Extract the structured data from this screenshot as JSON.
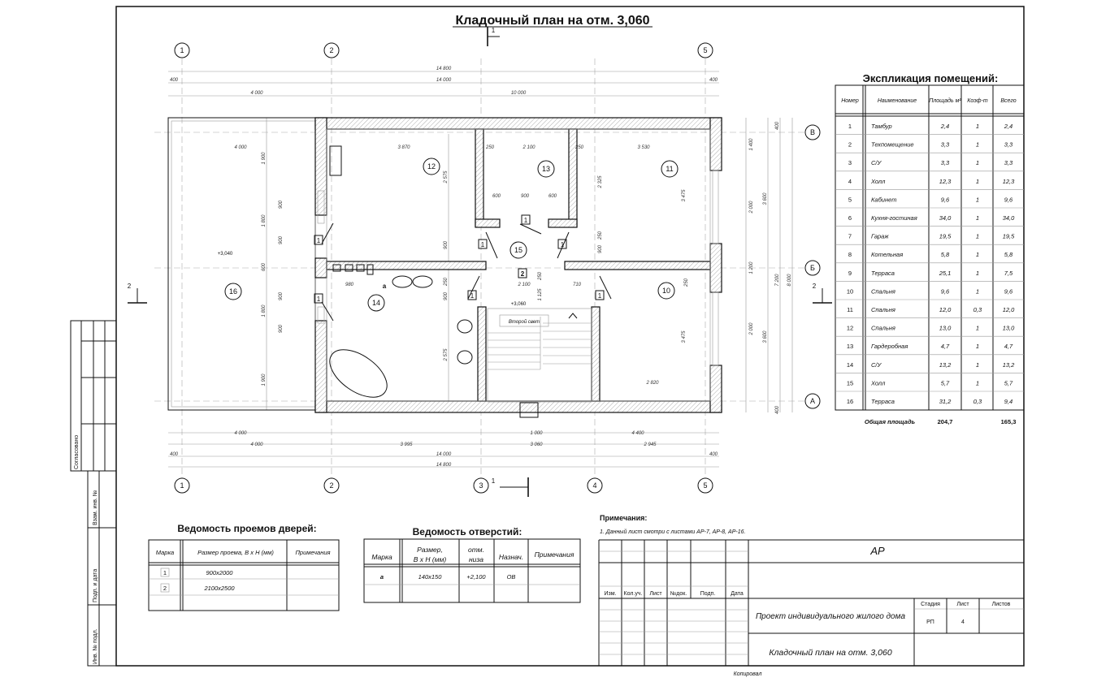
{
  "title": "Кладочный план на отм. 3,060",
  "axes": {
    "cols_top": [
      "1",
      "2",
      "5"
    ],
    "cols_bottom": [
      "1",
      "2",
      "3",
      "4",
      "5"
    ],
    "rows": [
      "В",
      "Б",
      "А"
    ]
  },
  "sections": {
    "s1": "1",
    "s2": "2"
  },
  "rooms": [
    "12",
    "13",
    "11",
    "15",
    "10",
    "14",
    "16"
  ],
  "elevations": {
    "terrace": "+3,040",
    "hall": "+3,060"
  },
  "second_light": "Второй свет",
  "opening_mark": "а",
  "door_marks": [
    "1",
    "1",
    "1",
    "1",
    "1",
    "1",
    "1",
    "2"
  ],
  "dims": [
    "14 800",
    "400",
    "14 000",
    "400",
    "4 000",
    "10 000",
    "4 000",
    "3 870",
    "250",
    "2 100",
    "250",
    "3 530",
    "600",
    "900",
    "600",
    "980",
    "2 100",
    "710",
    "2 820",
    "1 900",
    "1 800",
    "1 800",
    "1 900",
    "900",
    "900",
    "600",
    "900",
    "900",
    "2 575",
    "900",
    "250",
    "900",
    "2 575",
    "2 325",
    "250",
    "900",
    "250",
    "1 125",
    "250",
    "3 475",
    "3 475",
    "400",
    "1 400",
    "2 000",
    "3 600",
    "1 200",
    "7 200",
    "8 000",
    "2 000",
    "3 600",
    "400",
    "4 000",
    "1 000",
    "4 400",
    "4 000",
    "3 995",
    "3 060",
    "2 945",
    "400",
    "14 000",
    "400",
    "14 800"
  ],
  "explication": {
    "title": "Экспликация помещений:",
    "headers": [
      "Номер",
      "Наименование",
      "Площадь м²",
      "Коэф-т",
      "Всего"
    ],
    "rows": [
      [
        "1",
        "Тамбур",
        "2,4",
        "1",
        "2,4"
      ],
      [
        "2",
        "Техпомещение",
        "3,3",
        "1",
        "3,3"
      ],
      [
        "3",
        "С/У",
        "3,3",
        "1",
        "3,3"
      ],
      [
        "4",
        "Холл",
        "12,3",
        "1",
        "12,3"
      ],
      [
        "5",
        "Кабинет",
        "9,6",
        "1",
        "9,6"
      ],
      [
        "6",
        "Кухня-гостиная",
        "34,0",
        "1",
        "34,0"
      ],
      [
        "7",
        "Гараж",
        "19,5",
        "1",
        "19,5"
      ],
      [
        "8",
        "Котельная",
        "5,8",
        "1",
        "5,8"
      ],
      [
        "9",
        "Терраса",
        "25,1",
        "1",
        "7,5"
      ],
      [
        "10",
        "Спальня",
        "9,6",
        "1",
        "9,6"
      ],
      [
        "11",
        "Спальня",
        "12,0",
        "0,3",
        "12,0"
      ],
      [
        "12",
        "Спальня",
        "13,0",
        "1",
        "13,0"
      ],
      [
        "13",
        "Гардеробная",
        "4,7",
        "1",
        "4,7"
      ],
      [
        "14",
        "С/У",
        "13,2",
        "1",
        "13,2"
      ],
      [
        "15",
        "Холл",
        "5,7",
        "1",
        "5,7"
      ],
      [
        "16",
        "Терраса",
        "31,2",
        "0,3",
        "9,4"
      ]
    ],
    "total_label": "Общая площадь",
    "total_area": "204,7",
    "total_sum": "165,3"
  },
  "doors": {
    "title": "Ведомость проемов дверей:",
    "headers": [
      "Марка",
      "Размер проема, В х Н (мм)",
      "Примечания"
    ],
    "rows": [
      [
        "1",
        "900x2000",
        ""
      ],
      [
        "2",
        "2100x2500",
        ""
      ]
    ]
  },
  "openings": {
    "title": "Ведомость отверстий:",
    "headers": [
      "Марка",
      "Размер,",
      "В х Н (мм)",
      "отм.",
      "низа",
      "Назнач.",
      "Примечания"
    ],
    "rows": [
      [
        "а",
        "140x150",
        "+2,100",
        "ОВ",
        ""
      ]
    ]
  },
  "notes": {
    "title": "Примечания:",
    "text": "1. Данный лист смотри с листами АР-7, АР-8, АР-16."
  },
  "stamp": {
    "code": "АР",
    "col_labels": [
      "Изм.",
      "Кол.уч.",
      "Лист",
      "№док.",
      "Подп.",
      "Дата"
    ],
    "project": "Проект индивидуального жилого дома",
    "stage_label": "Стадия",
    "sheet_label": "Лист",
    "sheets_label": "Листов",
    "stage": "РП",
    "sheet": "4",
    "sheet_title": "Кладочный план на отм. 3,060",
    "copied": "Копировал"
  },
  "side_stamp": {
    "agreed": "Согласовано",
    "replace": "Взам. инв. №",
    "sign_date": "Подп. и дата",
    "inv": "Инв. № подл."
  }
}
